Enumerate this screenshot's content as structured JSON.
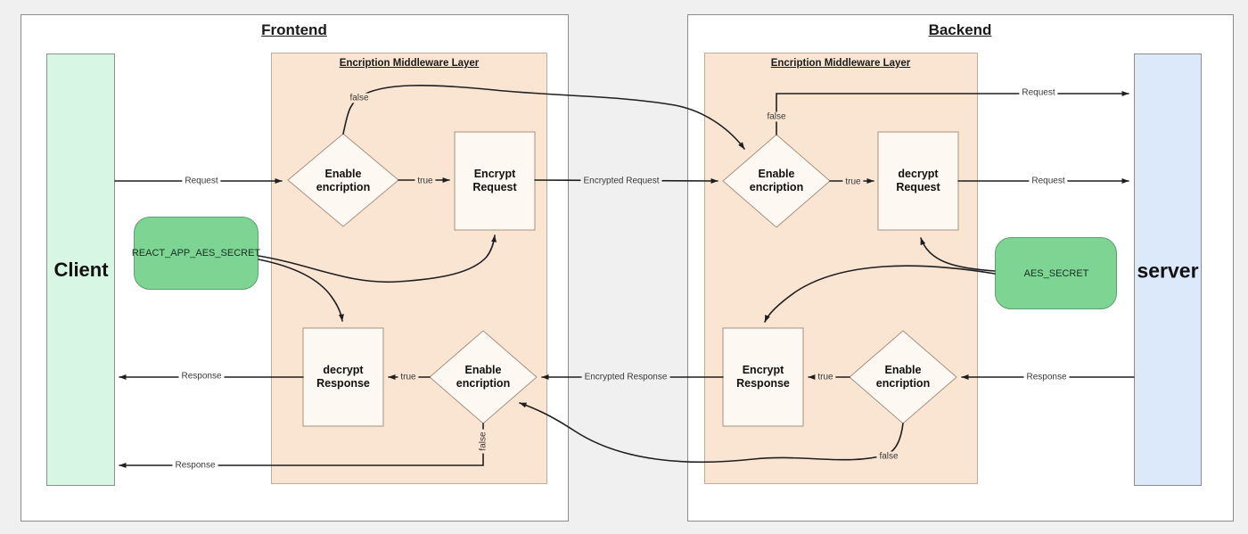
{
  "colors": {
    "page_background": "#f0f0f0",
    "container_background": "#ffffff",
    "middleware_fill": "#fae5d2",
    "node_fill": "#fdf8f1",
    "client_fill": "#d7f6e3",
    "server_fill": "#dce9fb",
    "secret_fill": "#7ed492",
    "line_color": "#1f1f1f"
  },
  "frontend": {
    "title": "Frontend",
    "client_label": "Client",
    "middleware_title": "Encription Middleware Layer",
    "secret_label": "REACT_APP_AES_SECRET",
    "nodes": {
      "enable_top": "Enable encription",
      "encrypt_request": "Encrypt Request",
      "decrypt_response": "decrypt Response",
      "enable_bottom": "Enable encription"
    },
    "edge_labels": {
      "request_in": "Request",
      "true_top": "true",
      "false_top": "false",
      "true_bottom": "true",
      "false_bottom": "false",
      "response_out": "Response",
      "response_false_out": "Response"
    }
  },
  "backend": {
    "title": "Backend",
    "server_label": "server",
    "middleware_title": "Encription Middleware Layer",
    "secret_label": "AES_SECRET",
    "nodes": {
      "enable_top": "Enable encription",
      "decrypt_request": "decrypt Request",
      "encrypt_response": "Encrypt Response",
      "enable_bottom": "Enable encription"
    },
    "edge_labels": {
      "request_false_out": "Request",
      "false_top": "false",
      "true_top": "true",
      "request_out": "Request",
      "response_in": "Response",
      "true_bottom": "true",
      "false_bottom": "false"
    }
  },
  "gap": {
    "encrypted_request": "Encrypted Request",
    "encrypted_response": "Encrypted Response"
  }
}
